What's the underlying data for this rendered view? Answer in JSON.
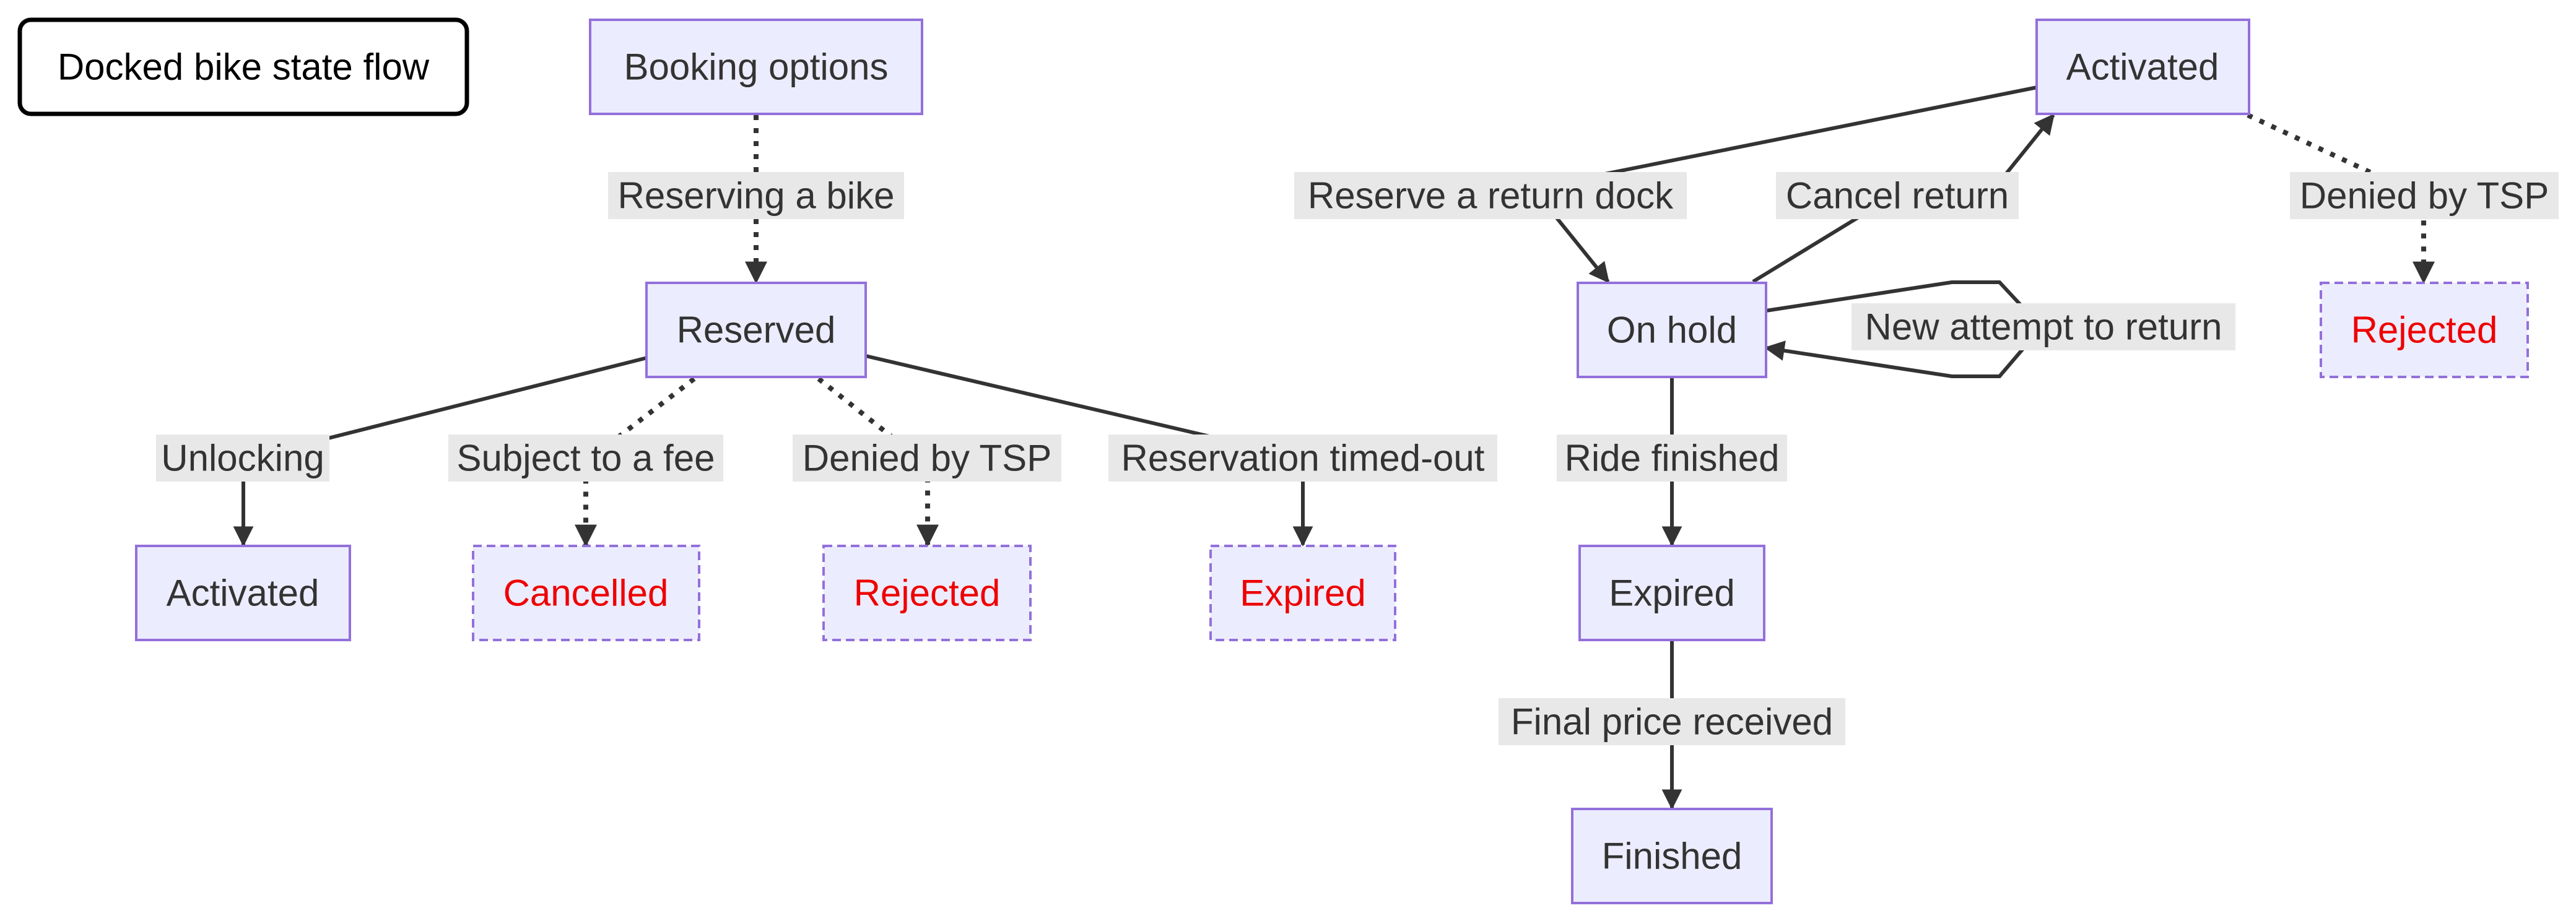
{
  "title": "Docked bike state flow",
  "colors": {
    "node_fill": "#ECECFF",
    "node_stroke": "#9370DB",
    "edge": "#333333",
    "label_background": "#e8e8e8",
    "terminal_text": "#ee0000"
  },
  "nodes": {
    "booking_options": "Booking options",
    "reserved": "Reserved",
    "activated_left": "Activated",
    "cancelled": "Cancelled",
    "rejected_left": "Rejected",
    "expired_left": "Expired",
    "activated_right": "Activated",
    "on_hold": "On hold",
    "rejected_right": "Rejected",
    "expired_right": "Expired",
    "finished": "Finished"
  },
  "edges": {
    "reserving_a_bike": "Reserving a bike",
    "unlocking": "Unlocking",
    "subject_to_a_fee": "Subject to a fee",
    "denied_by_tsp_left": "Denied by TSP",
    "reservation_timed_out": "Reservation timed-out",
    "reserve_a_return_dock": "Reserve a return dock",
    "cancel_return": "Cancel return",
    "denied_by_tsp_right": "Denied by TSP",
    "new_attempt_to_return": "New attempt to return",
    "ride_finished": "Ride finished",
    "final_price_received": "Final price received"
  }
}
